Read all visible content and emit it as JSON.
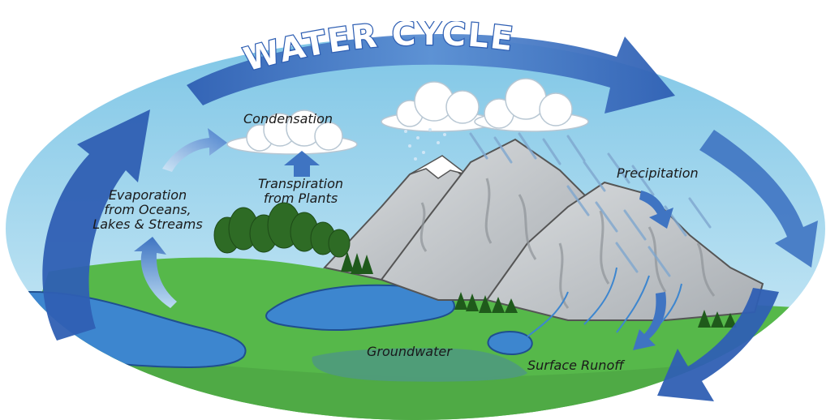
{
  "title": "WATER CYCLE",
  "labels": {
    "condensation": "Condensation",
    "evaporation": [
      "Evaporation",
      "from Oceans,",
      "Lakes & Streams"
    ],
    "transpiration": [
      "Transpiration",
      "from Plants"
    ],
    "precipitation": "Precipitation",
    "groundwater": "Groundwater",
    "surface_runoff": "Surface Runoff"
  },
  "colors": {
    "sky_top": "#7fc6e6",
    "sky_bottom": "#cfeaf6",
    "arrow_blue": "#2f5fb3",
    "arrow_light": "#6a9fd8",
    "grass": "#56b84a",
    "grass_dark": "#3f9a3a",
    "water": "#3d86cf",
    "mountain": "#bfc3c7",
    "mountain_shade": "#8f9499",
    "tree": "#2e6b25"
  }
}
